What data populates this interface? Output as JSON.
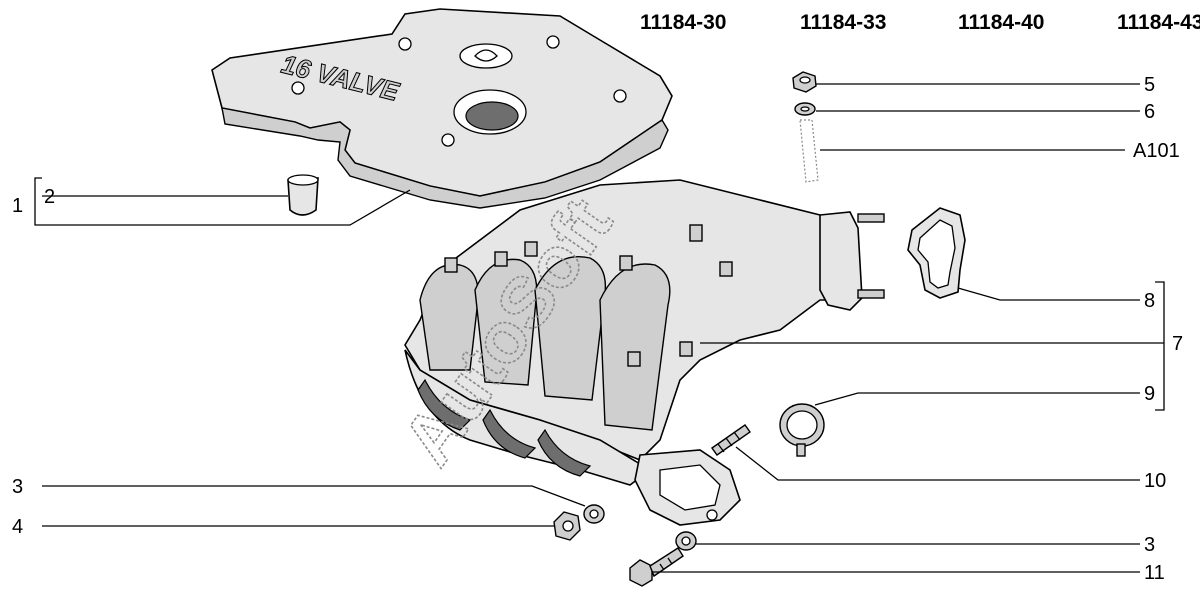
{
  "headers": [
    "11184-30",
    "11184-33",
    "11184-40",
    "11184-43"
  ],
  "labels": {
    "l1": "1",
    "l2": "2",
    "l3a": "3",
    "l4": "4",
    "r5": "5",
    "r6": "6",
    "ra101": "A101",
    "r8": "8",
    "r7": "7",
    "r9": "9",
    "r10": "10",
    "r3b": "3",
    "r11": "11"
  },
  "cover_text": "16 VALVE",
  "watermark": "AutoSoft"
}
